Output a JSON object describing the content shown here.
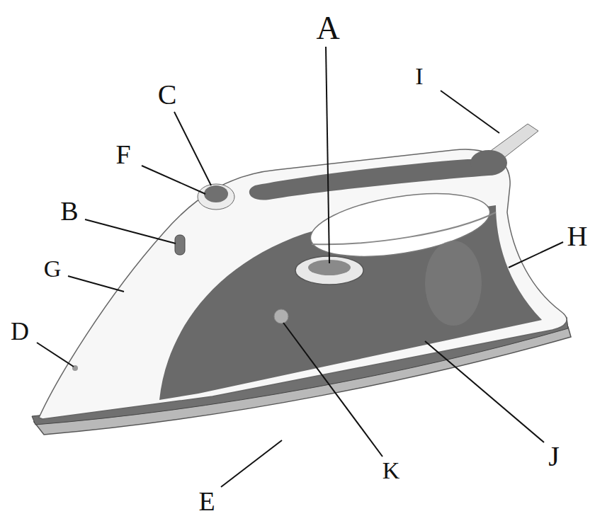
{
  "diagram": {
    "labels": [
      "A",
      "I",
      "C",
      "F",
      "B",
      "H",
      "G",
      "D",
      "J",
      "K",
      "E"
    ]
  }
}
